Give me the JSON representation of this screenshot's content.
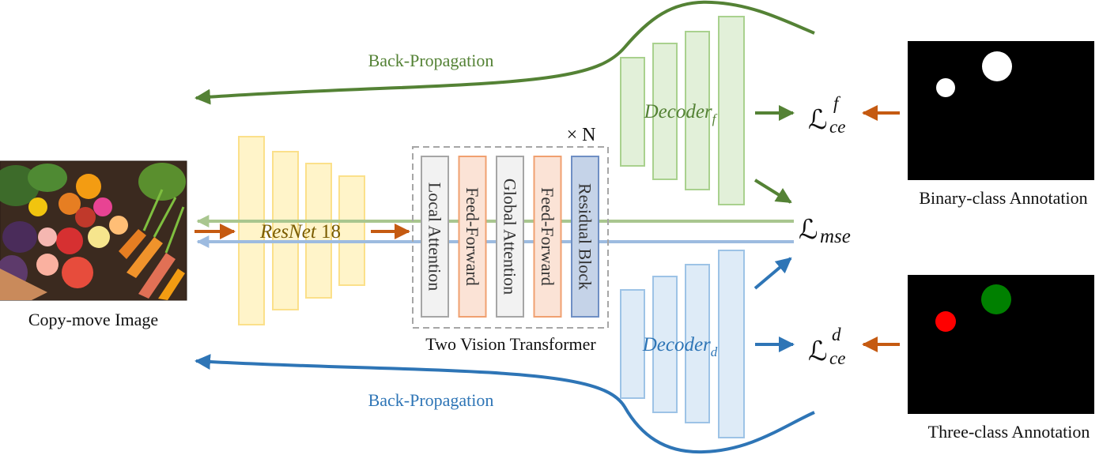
{
  "input": {
    "caption": "Copy-move Image",
    "image_icon": "fruit-vegetable-photo"
  },
  "backbone": {
    "name": "ResNet",
    "suffix": " 18",
    "color": "#FBE08A",
    "fill": "#FFF4C9",
    "text_color": "#7A5C00"
  },
  "transformer": {
    "caption": "Two Vision Transformer",
    "repeat": "× N",
    "blocks": [
      {
        "label": "Local Attention",
        "fill": "#F2F2F2",
        "stroke": "#A6A6A6"
      },
      {
        "label": "Feed-Forward",
        "fill": "#FBE3D6",
        "stroke": "#F0A070"
      },
      {
        "label": "Global Attention",
        "fill": "#F2F2F2",
        "stroke": "#A6A6A6"
      },
      {
        "label": "Feed-Forward",
        "fill": "#FBE3D6",
        "stroke": "#F0A070"
      },
      {
        "label": "Residual Block",
        "fill": "#C5D3E8",
        "stroke": "#6F8FC4"
      }
    ]
  },
  "decoder_f": {
    "name": "Decoder",
    "sub": "f",
    "fill": "#E2F0D9",
    "stroke": "#A9D18E",
    "text_color": "#548235"
  },
  "decoder_d": {
    "name": "Decoder",
    "sub": "d",
    "fill": "#DEEBF7",
    "stroke": "#9DC3E6",
    "text_color": "#2E75B6"
  },
  "losses": {
    "ce_f": {
      "main": "ℒ",
      "sub": "ce",
      "sup": "f"
    },
    "mse": {
      "main": "ℒ",
      "sub": "mse"
    },
    "ce_d": {
      "main": "ℒ",
      "sub": "ce",
      "sup": "d"
    }
  },
  "back_propagation": {
    "top": {
      "label": "Back-Propagation",
      "color": "#548235"
    },
    "bottom": {
      "label": "Back-Propagation",
      "color": "#2E75B6"
    }
  },
  "annotations": {
    "binary": {
      "caption": "Binary-class Annotation",
      "blob_color": "#FFFFFF"
    },
    "three": {
      "caption": "Three-class Annotation",
      "source_color": "#FF0000",
      "target_color": "#008000"
    }
  },
  "colors": {
    "forward_arrow": "#C55A11",
    "green_arrow": "#548235",
    "blue_arrow": "#2E75B6",
    "green_line": "#A9C68F",
    "blue_line": "#9DBBE0",
    "dashed_box": "#A6A6A6"
  }
}
